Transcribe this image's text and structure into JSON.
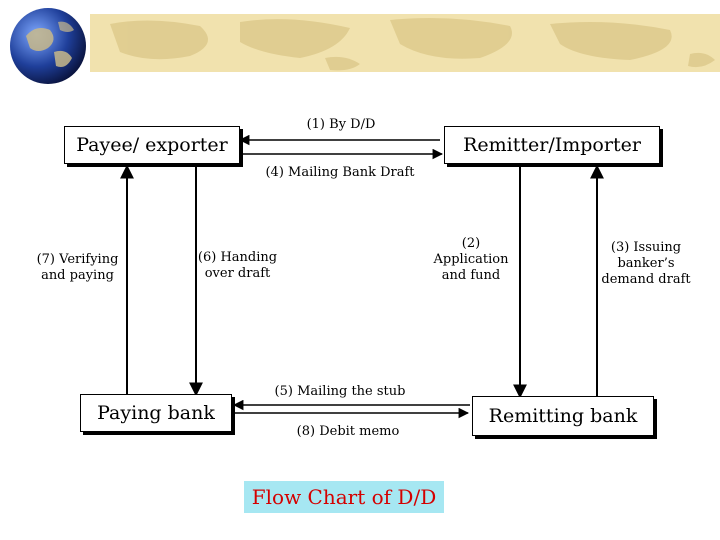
{
  "slide": {
    "title": "Flow Chart of D/D",
    "title_color": "#d40000",
    "title_bg": "#a6e7f2",
    "banner_color": "#f1e2ae",
    "banner_icon": "globe-icon"
  },
  "nodes": {
    "payee": "Payee/ exporter",
    "remitter": "Remitter/Importer",
    "paying_bank": "Paying bank",
    "remitting_bank": "Remitting bank"
  },
  "edges": {
    "e1": "(1) By D/D",
    "e2": [
      "(2)",
      "Application",
      "and fund"
    ],
    "e3": [
      "(3) Issuing",
      "banker’s",
      "demand draft"
    ],
    "e4": "(4) Mailing Bank Draft",
    "e5": "(5) Mailing the stub",
    "e6": [
      "(6) Handing",
      "over draft"
    ],
    "e7": [
      "(7) Verifying",
      "and paying"
    ],
    "e8": "(8) Debit memo"
  }
}
